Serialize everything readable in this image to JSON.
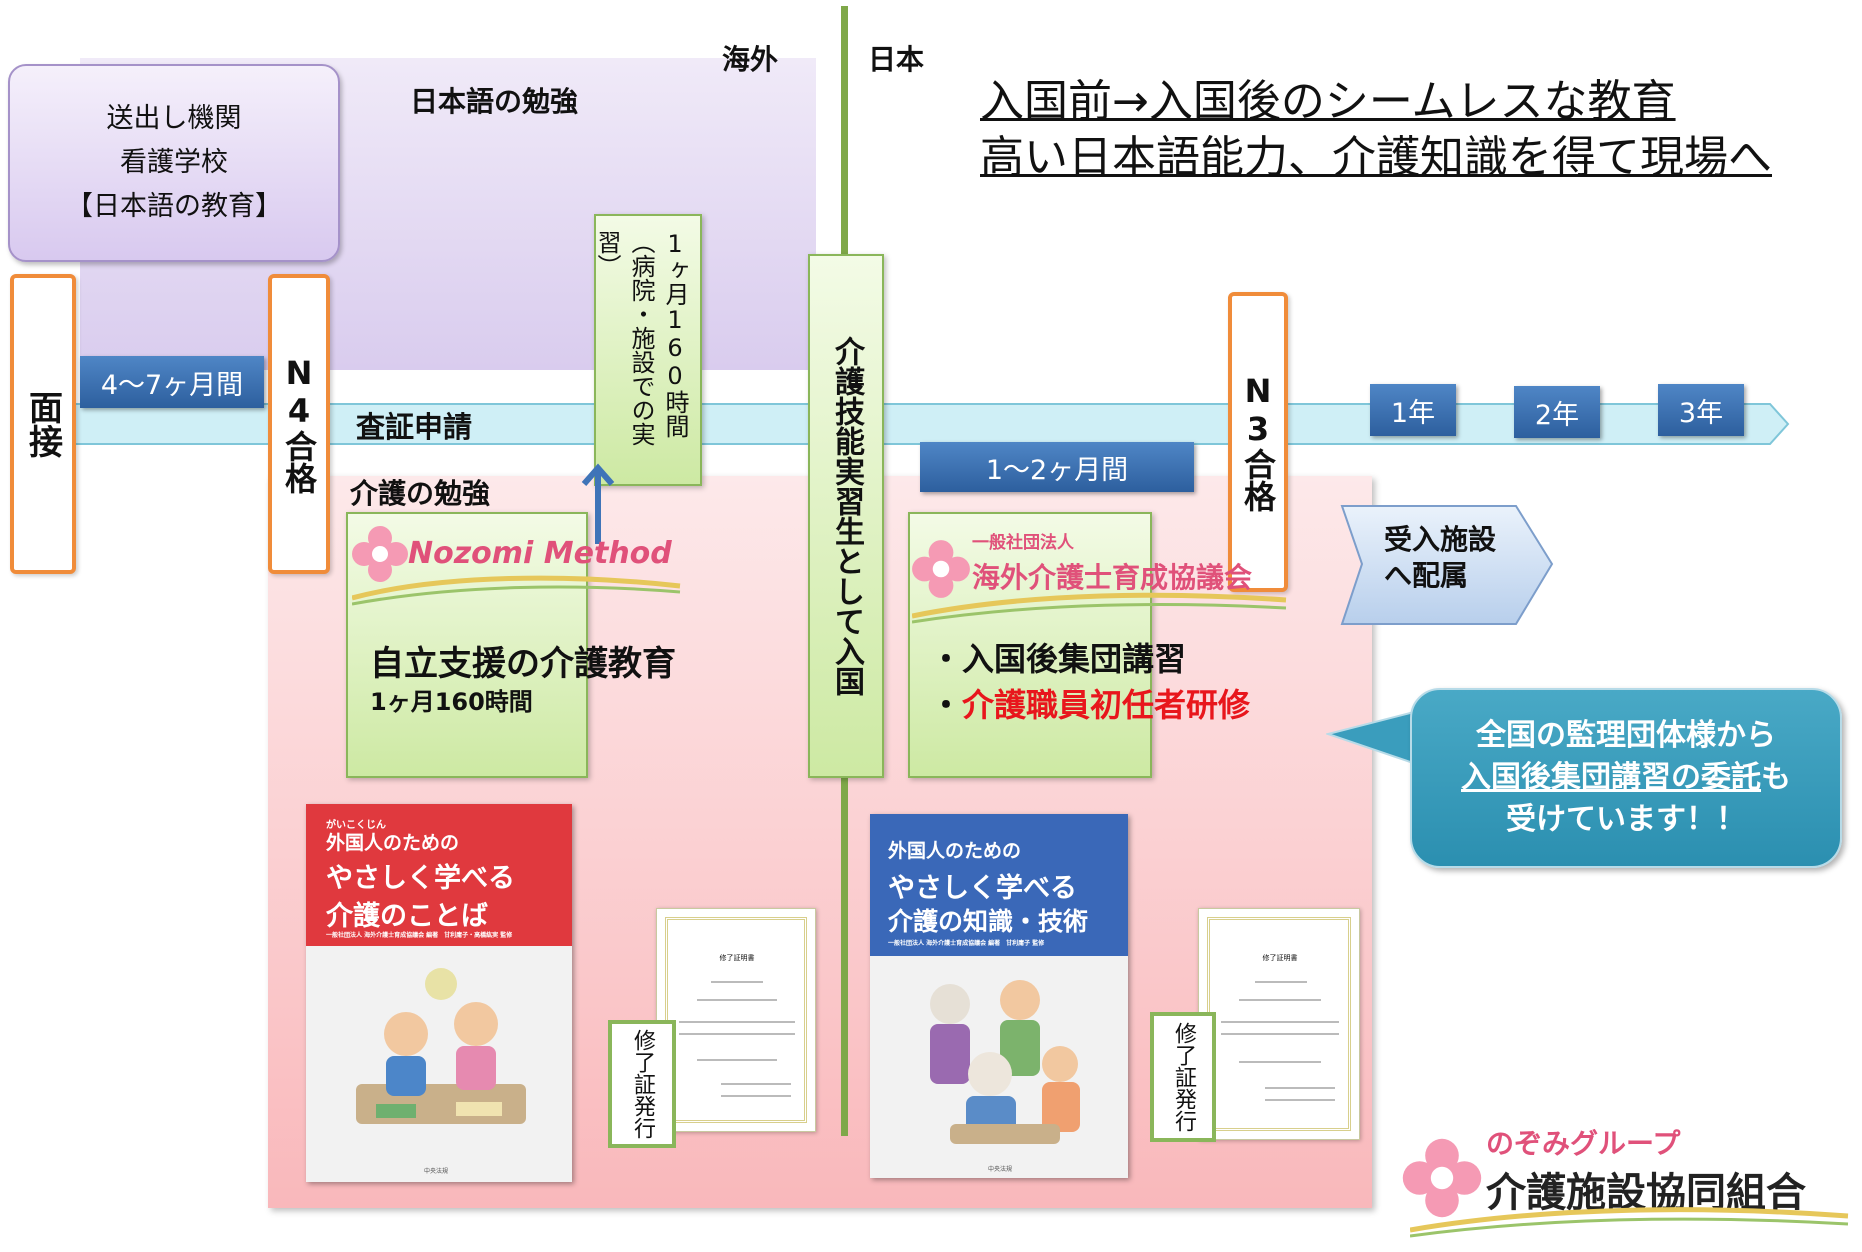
{
  "regions": {
    "overseas": "海外",
    "japan": "日本"
  },
  "headline": {
    "line1": "入国前→入国後のシームレスな教育",
    "line2": "高い日本語能力、介護知識を得て現場へ"
  },
  "japanese_study_label": "日本語の勉強",
  "sending_org": {
    "line1": "送出し機関",
    "line2": "看護学校",
    "line3": "【日本語の教育】"
  },
  "steps": {
    "interview": "面接",
    "n4": "N4合格",
    "n3": "N3合格",
    "duration_4_7": "4〜7ヶ月間",
    "visa": "査証申請",
    "practicum": "1ヶ月160時間（病院・施設での実習）",
    "entry": "介護技能実習生として入国",
    "duration_1_2": "1〜2ヶ月間",
    "year1": "1年",
    "year2": "2年",
    "year3": "3年",
    "placement_line1": "受入施設",
    "placement_line2": "へ配属"
  },
  "care_study_label": "介護の勉強",
  "nozomi": {
    "logo": "Nozomi Method",
    "title": "自立支援の介護教育",
    "sub": "1ヶ月160時間"
  },
  "council": {
    "org_type": "一般社団法人",
    "org_name": "海外介護士育成協議会",
    "item1": "・入国後集団講習",
    "item2_bullet": "・",
    "item2": "介護職員初任者研修"
  },
  "book1": {
    "furigana": "がいこくじん",
    "line1": "外国人のための",
    "line2": "やさしく学べる",
    "line3": "介護のことば",
    "credit": "一般社団法人 海外介護士育成協議会 編著　甘利庸子・高橋紘実 監修",
    "publisher": "中央法規"
  },
  "book2": {
    "line1": "外国人のための",
    "line2": "やさしく学べる",
    "line3": "介護の知識・技術",
    "credit": "一般社団法人 海外介護士育成協議会 編著　甘利庸子 監修",
    "publisher": "中央法規"
  },
  "certificate": {
    "title": "修了証明書",
    "issue": "修了証発行"
  },
  "bubble": {
    "line1": "全国の監理団体様から",
    "line2_underlined": "入国後集団講習の委託",
    "line2_rest": "も",
    "line3": "受けています！！"
  },
  "brand": {
    "group": "のぞみグループ",
    "name": "介護施設協同組合"
  },
  "colors": {
    "orange": "#f08c3a",
    "green": "#7fa849",
    "timeline": "#c6ecf4",
    "blue_tag": "#2d5f9e",
    "purple_zone": "#d9ccee",
    "pink_zone": "#f9b8bb",
    "red_text": "#e8161c",
    "bubble": "#2b8fb0",
    "book1_cover": "#e0393e",
    "book2_cover": "#3a68b8"
  }
}
